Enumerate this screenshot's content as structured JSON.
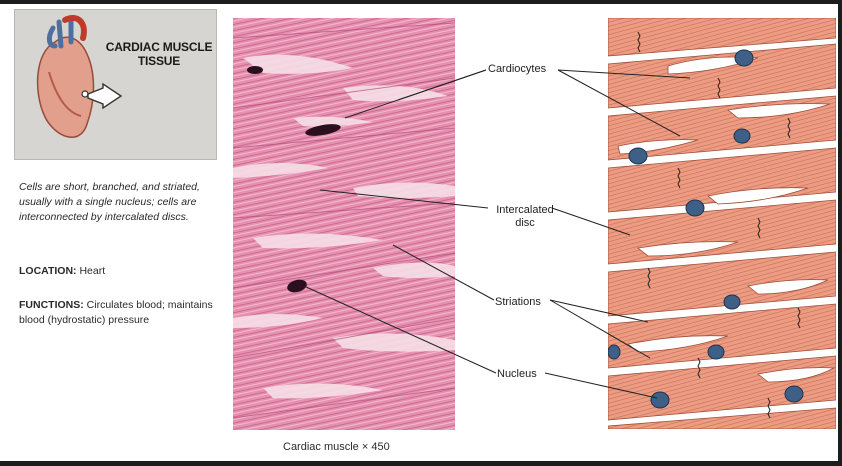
{
  "title": "CARDIAC MUSCLE TISSUE",
  "description": "Cells are short, branched, and striated, usually with a single nucleus; cells are interconnected by intercalated discs.",
  "location": {
    "label": "LOCATION:",
    "value": "Heart"
  },
  "functions": {
    "label": "FUNCTIONS:",
    "value": "Circulates blood; maintains blood (hydrostatic) pressure"
  },
  "caption": "Cardiac muscle × 450",
  "labels": {
    "cardiocytes": "Cardiocytes",
    "intercalated_line1": "Intercalated",
    "intercalated_line2": "disc",
    "striations": "Striations",
    "nucleus": "Nucleus"
  },
  "colors": {
    "micrograph": "#e58fb0",
    "micrograph_dark": "#c65b86",
    "cell": "#ec9c82",
    "cell_stripe": "#c96d55",
    "nucleus": "#3e5f86",
    "gap": "#ffffff"
  }
}
